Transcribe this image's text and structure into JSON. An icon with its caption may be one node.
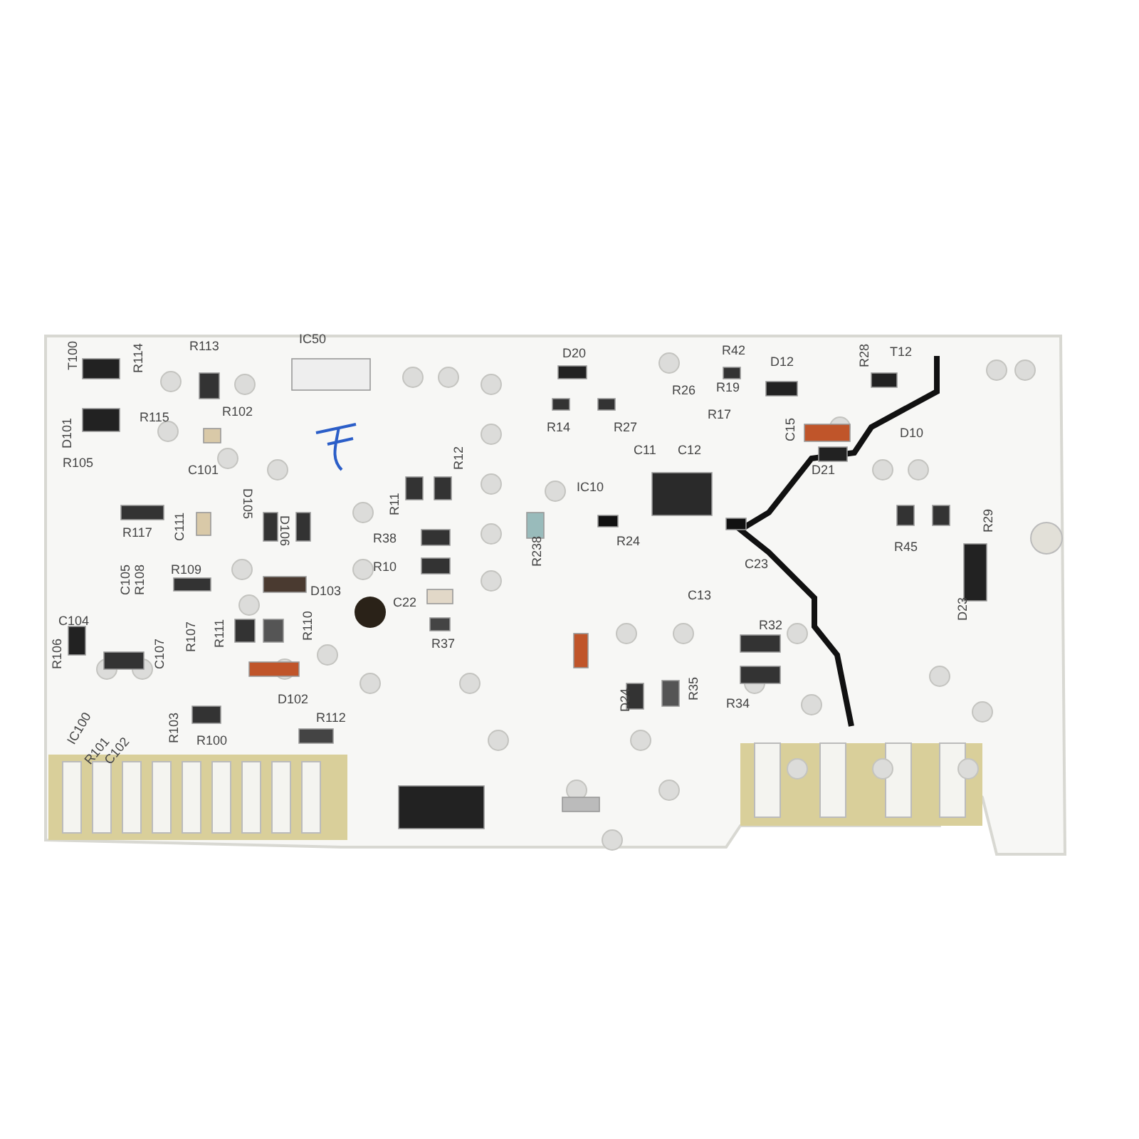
{
  "diagram": {
    "labels": [
      "T100",
      "R114",
      "R113",
      "IC50",
      "D101",
      "R115",
      "R102",
      "R105",
      "C101",
      "R117",
      "C111",
      "D105",
      "D106",
      "R109",
      "C105",
      "R108",
      "D103",
      "C104",
      "R106",
      "C107",
      "R107",
      "R111",
      "R110",
      "D102",
      "IC100",
      "R101",
      "C102",
      "R103",
      "R100",
      "R112",
      "D20",
      "R42",
      "R28",
      "T12",
      "R14",
      "R27",
      "R26",
      "R19",
      "R17",
      "D12",
      "C11",
      "C12",
      "IC10",
      "C15",
      "D10",
      "D21",
      "R11",
      "R12",
      "R38",
      "R10",
      "R238",
      "R24",
      "C23",
      "C13",
      "C22",
      "R37",
      "R32",
      "D24",
      "R35",
      "R34",
      "D23",
      "R29",
      "R45"
    ]
  }
}
